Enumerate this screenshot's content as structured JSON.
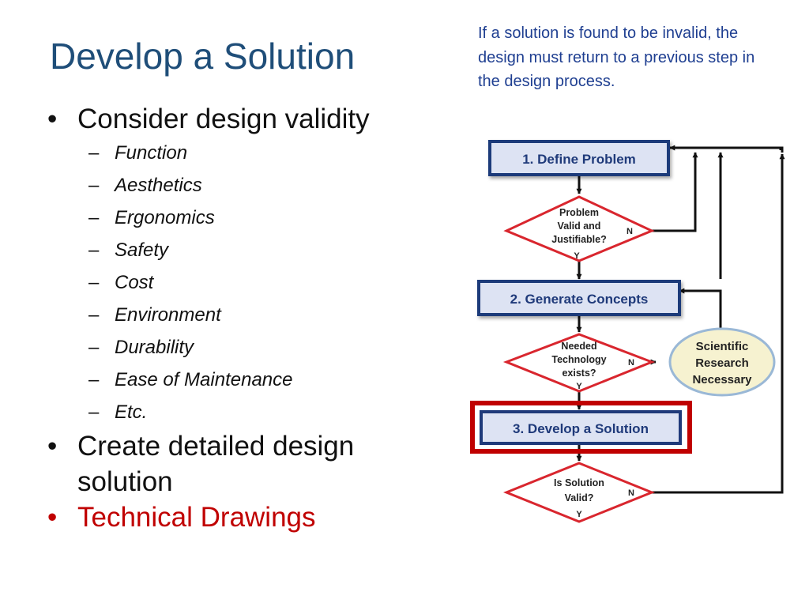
{
  "slide": {
    "title": "Develop a Solution",
    "note": "If a solution is found to be invalid, the design must return to a previous step in the design process."
  },
  "bullets": {
    "b1": "Consider design validity",
    "subs": [
      "Function",
      "Aesthetics",
      "Ergonomics",
      "Safety",
      "Cost",
      "Environment",
      "Durability",
      "Ease of Maintenance",
      "Etc."
    ],
    "b2": "Create detailed design solution",
    "b3": "Technical Drawings"
  },
  "flowchart": {
    "step1": "1. Define Problem",
    "decision1": [
      "Problem",
      "Valid and",
      "Justifiable?"
    ],
    "step2": "2. Generate Concepts",
    "decision2": [
      "Needed",
      "Technology",
      "exists?"
    ],
    "research": [
      "Scientific",
      "Research",
      "Necessary"
    ],
    "step3": "3. Develop a Solution",
    "decision3": [
      "Is  Solution",
      "Valid?"
    ],
    "yes": "Y",
    "no": "N"
  },
  "colors": {
    "title": "#1f4e79",
    "note": "#1f3f91",
    "box_fill": "#dde3f3",
    "box_border": "#1f3a7a",
    "decision_border": "#d9262e",
    "highlight": "#c00000",
    "research_fill": "#f6f2d0"
  }
}
